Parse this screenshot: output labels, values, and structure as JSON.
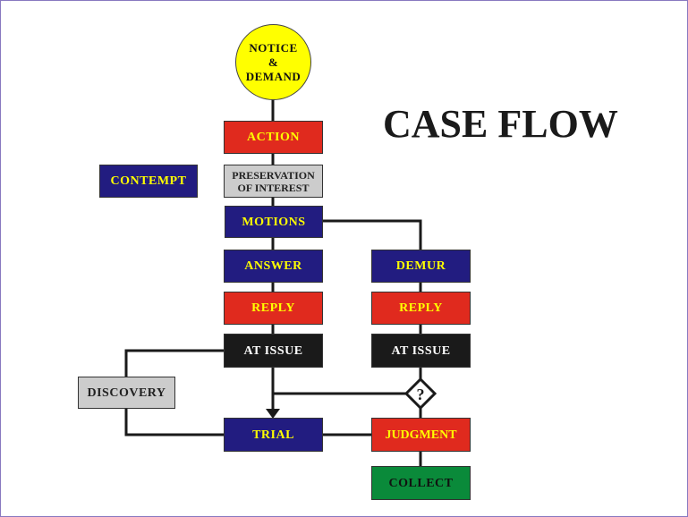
{
  "title": "CASE FLOW",
  "colors": {
    "navy": "#221c80",
    "red": "#e02a1e",
    "grey": "#cccccc",
    "black": "#1a1a1a",
    "green": "#0a8a3a",
    "yellow": "#ffff00",
    "text_yellow": "#ffff00",
    "border": "#8878c0"
  },
  "nodes": {
    "notice_line1": "NOTICE",
    "notice_line2": "&",
    "notice_line3": "DEMAND",
    "action": "ACTION",
    "preservation_line1": "PRESERVATION",
    "preservation_line2": "OF INTEREST",
    "contempt": "CONTEMPT",
    "motions": "MOTIONS",
    "answer": "ANSWER",
    "demur": "DEMUR",
    "reply_left": "REPLY",
    "reply_right": "REPLY",
    "at_issue_left": "AT ISSUE",
    "at_issue_right": "AT ISSUE",
    "discovery": "DISCOVERY",
    "decision": "?",
    "trial": "TRIAL",
    "judgment": "JUDGMENT",
    "collect": "COLLECT"
  }
}
